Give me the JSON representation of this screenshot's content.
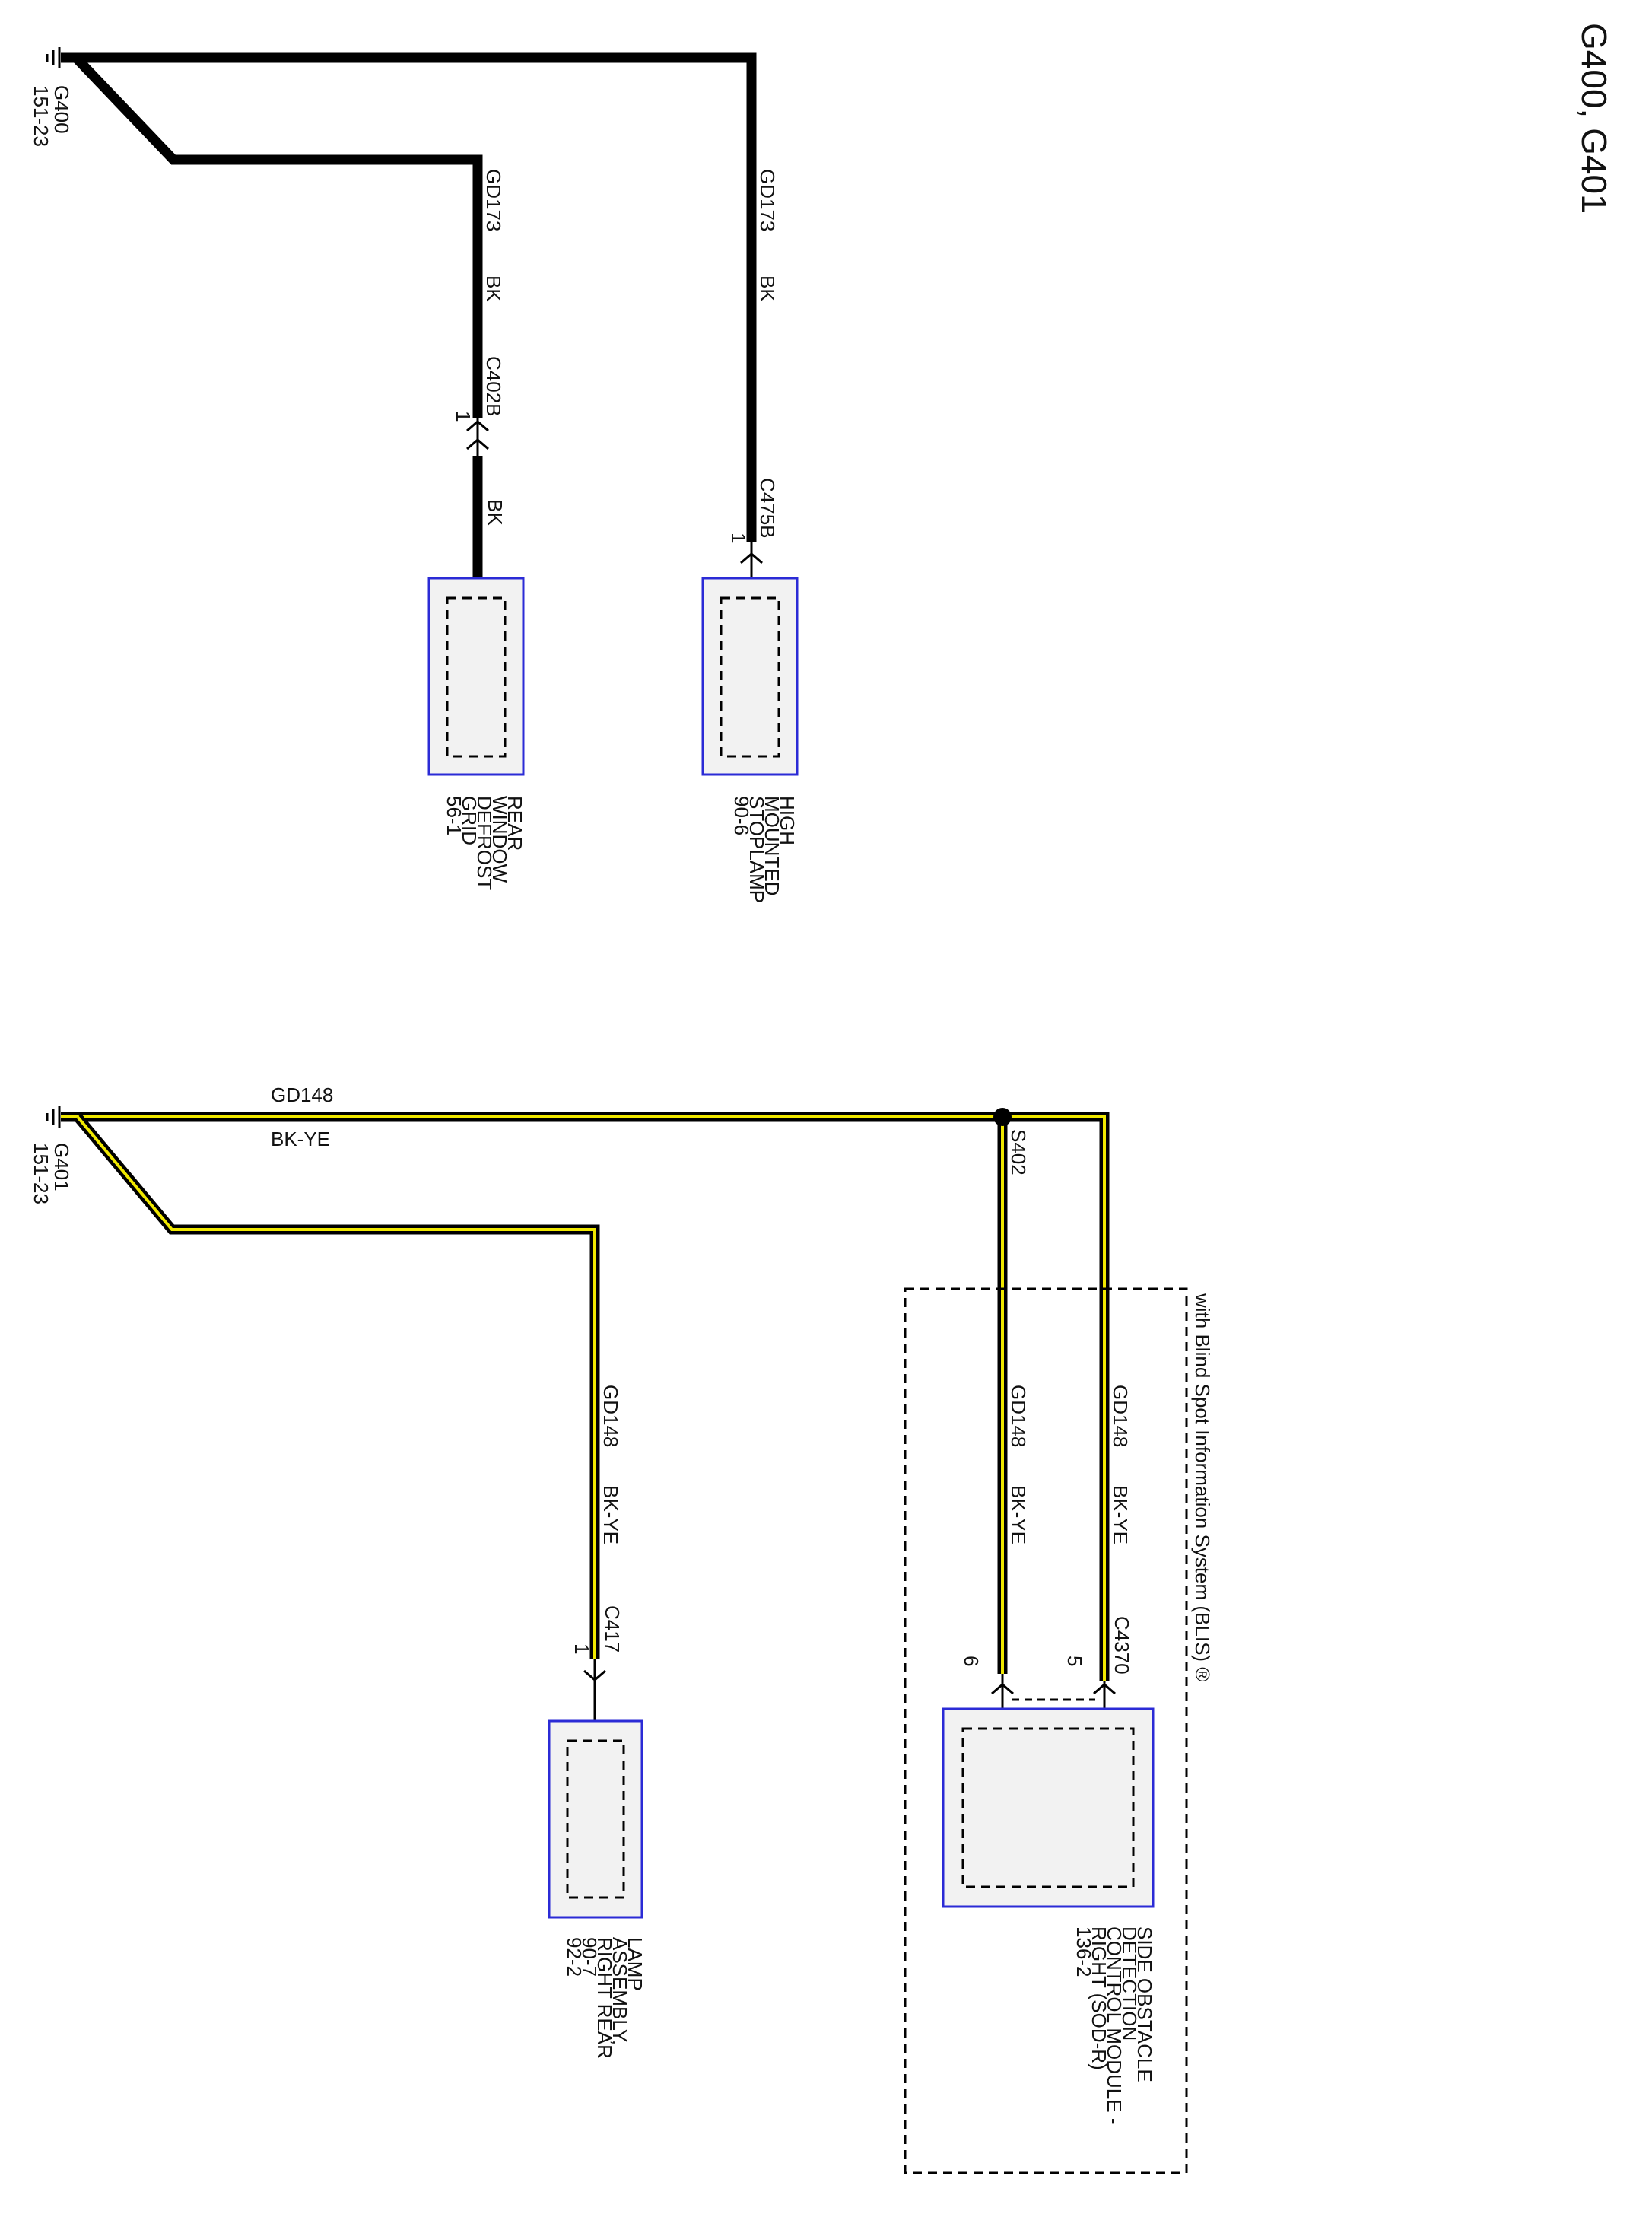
{
  "title": "G400, G401",
  "colors": {
    "wire_black": "#000000",
    "wire_yellow": "#f0e800",
    "component_fill": "#f2f2f2",
    "component_border": "#2b2bd6",
    "dashed": "#000000"
  },
  "grounds": {
    "g400": {
      "id": "G400",
      "ref": "151-23"
    },
    "g401": {
      "id": "G401",
      "ref": "151-23"
    }
  },
  "wires": {
    "w_defrost": {
      "circuit": "GD173",
      "color": "BK",
      "connector": "C402B",
      "pin": "1",
      "after_color": "BK"
    },
    "w_stoplamp": {
      "circuit": "GD173",
      "color": "BK",
      "connector": "C475B",
      "pin": "1"
    },
    "w_main": {
      "circuit": "GD148",
      "color": "BK-YE"
    },
    "w_lamp": {
      "circuit": "GD148",
      "color": "BK-YE",
      "connector": "C417",
      "pin": "1"
    },
    "w_sod6": {
      "circuit": "GD148",
      "color": "BK-YE",
      "pin": "6"
    },
    "w_sod5": {
      "circuit": "GD148",
      "color": "BK-YE",
      "pin": "5",
      "connector": "C4370"
    }
  },
  "splice": {
    "id": "S402"
  },
  "option_note": "with Blind Spot Information System (BLIS) ®",
  "components": {
    "rear_defrost": {
      "lines": [
        "REAR",
        "WINDOW",
        "DEFROST",
        "GRID",
        "56-1"
      ]
    },
    "stoplamp": {
      "lines": [
        "HIGH",
        "MOUNTED",
        "STOPLAMP",
        "90-6"
      ]
    },
    "lamp_rr": {
      "lines": [
        "LAMP",
        "ASSEMBLY,",
        "RIGHT REAR",
        "90-7",
        "92-2"
      ]
    },
    "sod_r": {
      "lines": [
        "SIDE OBSTACLE",
        "DETECTION",
        "CONTROL MODULE -",
        "RIGHT (SOD-R)",
        "136-2"
      ]
    }
  }
}
